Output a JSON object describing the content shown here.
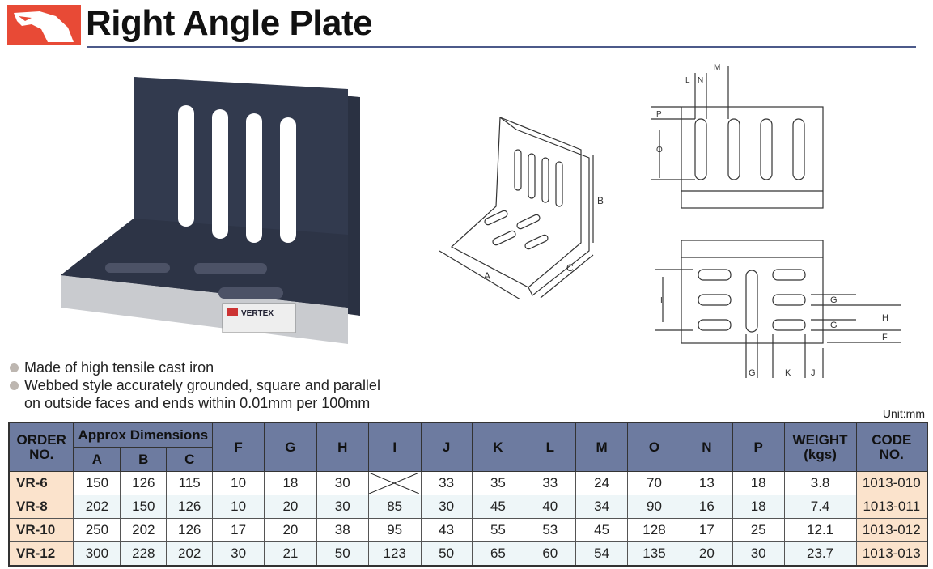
{
  "header": {
    "title": "Right Angle Plate",
    "logo_icon": "eagle-logo-icon"
  },
  "photo": {
    "label_brand": "VERTEX"
  },
  "diagram_iso": {
    "labels": [
      "A",
      "B",
      "C"
    ]
  },
  "diagram_front": {
    "labels": {
      "L": "L",
      "N": "N",
      "M": "M",
      "P": "P",
      "O": "O"
    }
  },
  "diagram_top": {
    "labels": {
      "I": "I",
      "G": "G",
      "H": "H",
      "F": "F",
      "K": "K",
      "J": "J"
    }
  },
  "features": [
    "Made of high tensile cast iron",
    "Webbed style accurately grounded, square and parallel",
    "on outside faces and ends within 0.01mm per 100mm"
  ],
  "unit": "Unit:mm",
  "table": {
    "headers": {
      "order": "ORDER",
      "order2": "NO.",
      "approx": "Approx Dimensions",
      "A": "A",
      "B": "B",
      "C": "C",
      "F": "F",
      "G": "G",
      "H": "H",
      "I": "I",
      "J": "J",
      "K": "K",
      "L": "L",
      "M": "M",
      "O": "O",
      "N": "N",
      "P": "P",
      "weight": "WEIGHT",
      "weight2": "(kgs)",
      "code": "CODE",
      "code2": "NO."
    },
    "rows": [
      {
        "order": "VR-6",
        "A": "150",
        "B": "126",
        "C": "115",
        "F": "10",
        "G": "18",
        "H": "30",
        "I": null,
        "J": "33",
        "K": "35",
        "L": "33",
        "M": "24",
        "O": "70",
        "N": "13",
        "P": "18",
        "weight": "3.8",
        "code": "1013-010"
      },
      {
        "order": "VR-8",
        "A": "202",
        "B": "150",
        "C": "126",
        "F": "10",
        "G": "20",
        "H": "30",
        "I": "85",
        "J": "30",
        "K": "45",
        "L": "40",
        "M": "34",
        "O": "90",
        "N": "16",
        "P": "18",
        "weight": "7.4",
        "code": "1013-011"
      },
      {
        "order": "VR-10",
        "A": "250",
        "B": "202",
        "C": "126",
        "F": "17",
        "G": "20",
        "H": "38",
        "I": "95",
        "J": "43",
        "K": "55",
        "L": "53",
        "M": "45",
        "O": "128",
        "N": "17",
        "P": "25",
        "weight": "12.1",
        "code": "1013-012"
      },
      {
        "order": "VR-12",
        "A": "300",
        "B": "228",
        "C": "202",
        "F": "30",
        "G": "21",
        "H": "50",
        "I": "123",
        "J": "50",
        "K": "65",
        "L": "60",
        "M": "54",
        "O": "135",
        "N": "20",
        "P": "30",
        "weight": "23.7",
        "code": "1013-013"
      }
    ]
  }
}
